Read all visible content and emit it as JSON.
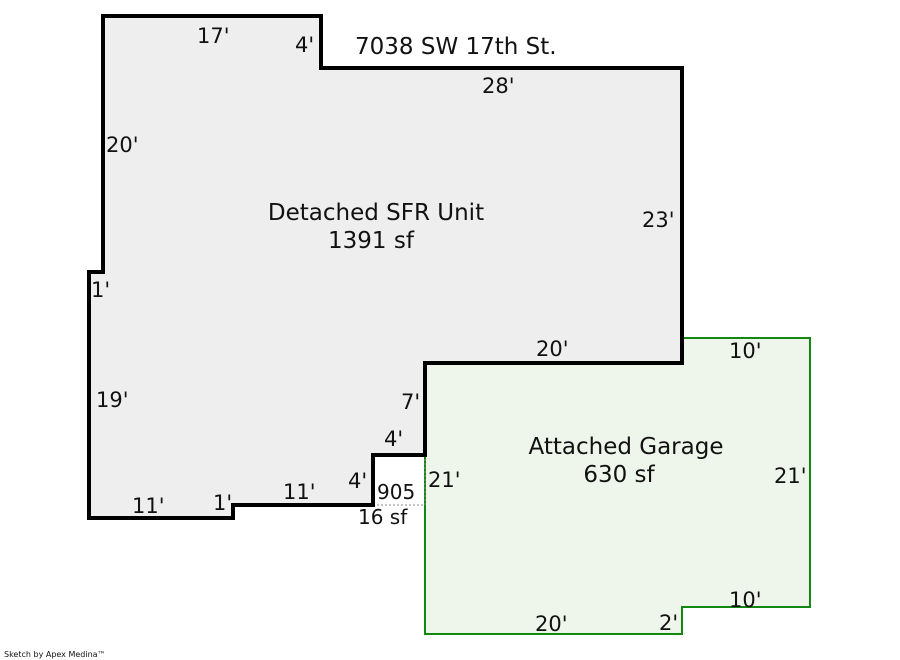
{
  "address": "7038 SW 17th St.",
  "credit": "Sketch by Apex Medina™",
  "colors": {
    "living_fill": "#eeeeee",
    "living_stroke": "#000000",
    "garage_fill": "#eef5eb",
    "garage_stroke": "#118811",
    "porch_stroke": "#888888"
  },
  "areas": {
    "living": {
      "name": "Detached SFR Unit",
      "area": "1391 sf"
    },
    "garage": {
      "name": "Attached Garage",
      "area": "630 sf"
    },
    "porch": {
      "code": "905",
      "area": "16 sf"
    }
  },
  "dimensions": {
    "living": {
      "top_left": "17'",
      "notch": "4'",
      "top_right": "28'",
      "left_upper": "20'",
      "right": "23'",
      "jog": "1'",
      "left_lower": "19'",
      "bottom_left": "11'",
      "bottom_step": "1'",
      "bottom_mid": "11'",
      "step_vertical": "4'",
      "step_horizontal": "4'",
      "inner_vertical": "7'",
      "inner_horizontal": "20'"
    },
    "garage": {
      "top": "10'",
      "left": "21'",
      "right": "21'",
      "bottom_right": "10'",
      "bottom_step": "2'",
      "bottom": "20'"
    }
  }
}
